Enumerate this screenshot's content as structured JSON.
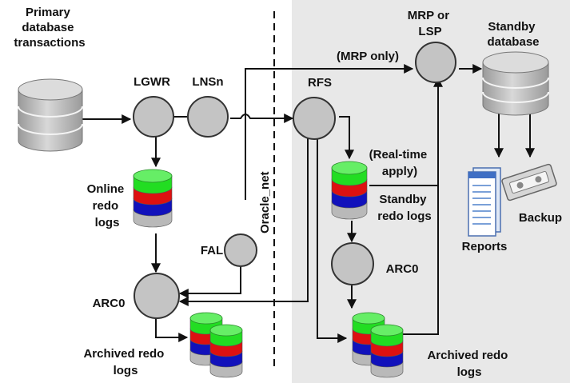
{
  "labels": {
    "primary_transactions": [
      "Primary",
      "database",
      "transactions"
    ],
    "lgwr": "LGWR",
    "lns": "LNS",
    "lns_suffix": "n",
    "online_redo": [
      "Online",
      "redo",
      "logs"
    ],
    "fal": "FAL",
    "arc0_primary": "ARC0",
    "archived_primary": [
      "Archived redo",
      "logs"
    ],
    "oracle_net": "Oracle_net",
    "mrp_only": "(MRP only)",
    "mrp_lsp": [
      "MRP or",
      "LSP"
    ],
    "standby_database": [
      "Standby",
      "database"
    ],
    "rfs": "RFS",
    "real_time_apply": [
      "(Real-time",
      "apply)"
    ],
    "standby_redo": [
      "Standby",
      "redo logs"
    ],
    "arc0_standby": "ARC0",
    "archived_standby": [
      "Archived redo",
      "logs"
    ],
    "reports": "Reports",
    "backup": "Backup"
  },
  "colors": {
    "standby_panel": "#e8e8e8",
    "process_fill": "#c4c4c4",
    "db_fill": "#bdbdbd",
    "log_green": "#22dd22",
    "log_red": "#dd1111",
    "log_blue": "#1111bb",
    "log_gray": "#b9b9b9"
  }
}
